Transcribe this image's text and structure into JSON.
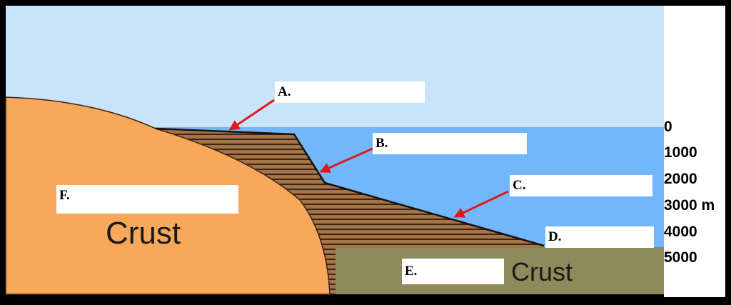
{
  "labels": {
    "a": "A.",
    "b": "B.",
    "c": "C.",
    "d": "D.",
    "e": "E.",
    "f": "F."
  },
  "crust_labels": {
    "continental": "Crust",
    "oceanic": "Crust"
  },
  "depth_scale": {
    "ticks": [
      "0",
      "1000",
      "2000",
      "3000 m",
      "4000",
      "5000"
    ]
  },
  "colors": {
    "sky": "#c9e3fb",
    "ocean": "#72b7fb",
    "continental_crust": "#f8a85a",
    "oceanic_crust": "#8e8a5c",
    "sediment": "#a57447",
    "arrow": "#e01a1a"
  }
}
